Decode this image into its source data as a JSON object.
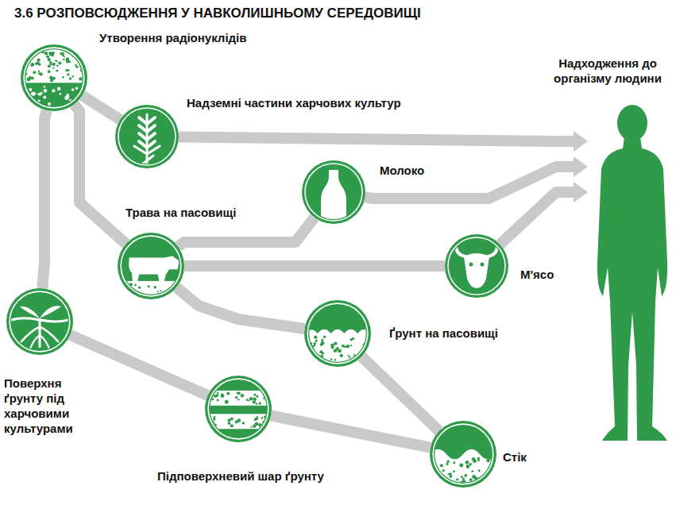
{
  "diagram": {
    "title": "3.6 РОЗПОВСЮДЖЕННЯ У НАВКОЛИШНЬОМУ СЕРЕДОВИЩІ",
    "nodes": [
      {
        "text": [
          "Утворення радіонуклідів"
        ]
      },
      {
        "text": [
          "Надземні частини харчових культур"
        ]
      },
      {
        "text": [
          "Молоко"
        ]
      },
      {
        "text": [
          "Трава на пасовищі"
        ]
      },
      {
        "text": [
          "М'ясо"
        ]
      },
      {
        "text": [
          "Поверхня ґрунту під харчовими культурами"
        ]
      },
      {
        "text": [
          "Ґрунт на пасовищі"
        ]
      },
      {
        "text": [
          "Підповерхневий шар ґрунту"
        ]
      },
      {
        "text": [
          "Стік"
        ]
      },
      {
        "text": [
          "Надходження до організму людини"
        ]
      }
    ],
    "edges": [
      {
        "from": 0,
        "to": 1,
        "arrow": "none"
      },
      {
        "from": 0,
        "to": 3,
        "arrow": "none"
      },
      {
        "from": 0,
        "to": 5,
        "arrow": "none"
      },
      {
        "from": 1,
        "to": 9,
        "arrow": "to"
      },
      {
        "from": 2,
        "to": 9,
        "arrow": "to"
      },
      {
        "from": 3,
        "to": 2,
        "arrow": "none"
      },
      {
        "from": 3,
        "to": 4,
        "arrow": "none"
      },
      {
        "from": 3,
        "to": 6,
        "arrow": "none"
      },
      {
        "from": 4,
        "to": 9,
        "arrow": "to"
      },
      {
        "from": 5,
        "to": 7,
        "arrow": "none"
      },
      {
        "from": 7,
        "to": 8,
        "arrow": "none"
      },
      {
        "from": 6,
        "to": 8,
        "arrow": "none"
      }
    ]
  }
}
